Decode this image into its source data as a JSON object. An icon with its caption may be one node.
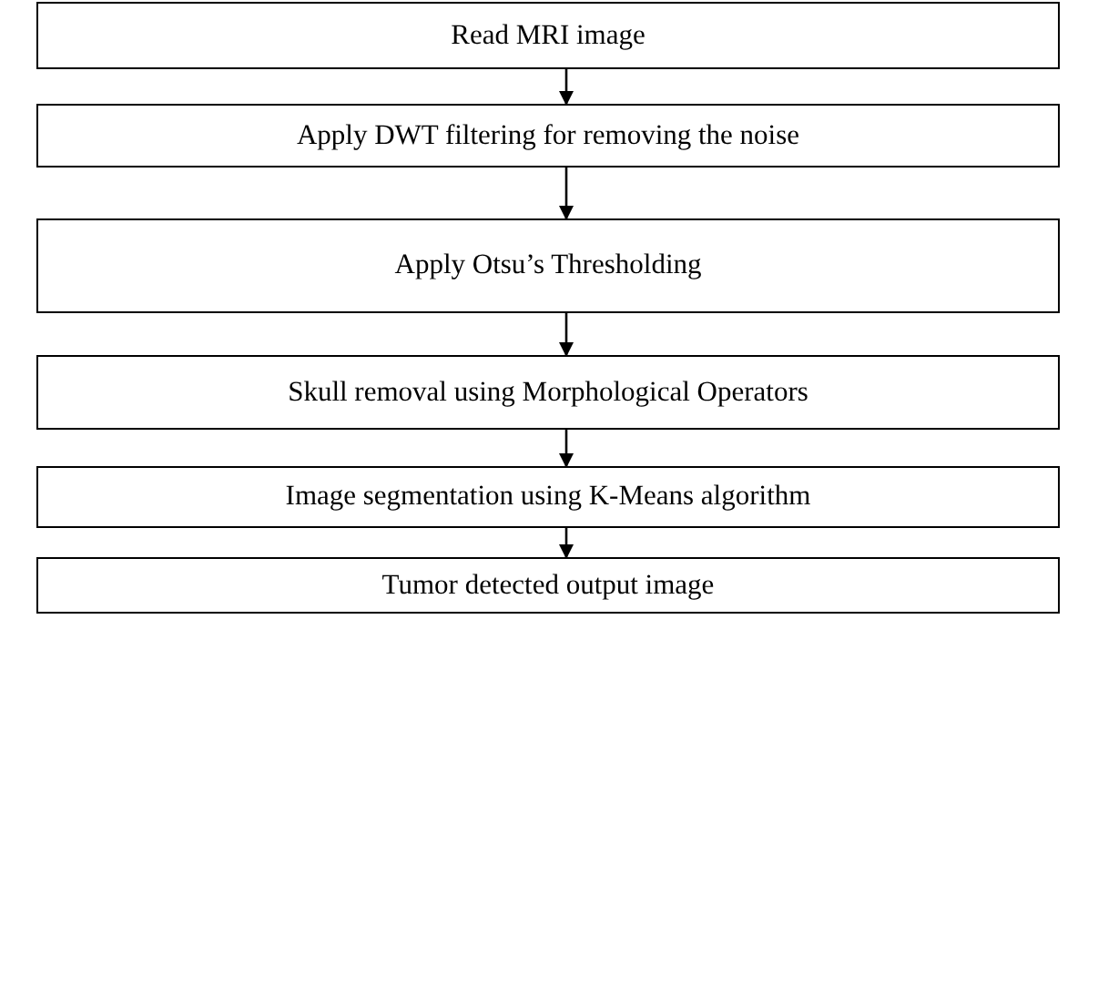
{
  "diagram": {
    "nodes": [
      {
        "text": [
          "Read MRI image"
        ]
      },
      {
        "text": [
          "Apply DWT filtering for removing the noise"
        ]
      },
      {
        "text": [
          "Apply Otsu’s Thresholding"
        ]
      },
      {
        "text": [
          "Skull removal using Morphological Operators"
        ]
      },
      {
        "text": [
          "Image segmentation using K-Means algorithm"
        ]
      },
      {
        "text": [
          "Tumor detected output image"
        ]
      }
    ],
    "edges": [
      {
        "from": 0,
        "to": 1,
        "arrow": "to"
      },
      {
        "from": 1,
        "to": 2,
        "arrow": "to"
      },
      {
        "from": 2,
        "to": 3,
        "arrow": "to"
      },
      {
        "from": 3,
        "to": 4,
        "arrow": "to"
      },
      {
        "from": 4,
        "to": 5,
        "arrow": "to"
      }
    ]
  }
}
